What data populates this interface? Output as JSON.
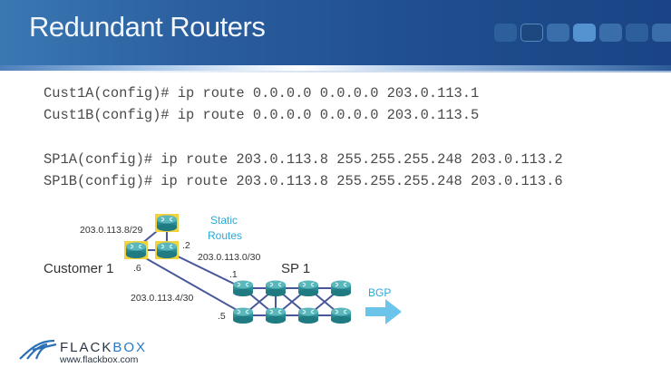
{
  "slide": {
    "title": "Redundant Routers",
    "nav_blocks": 7,
    "active_block": 4
  },
  "commands": [
    "Cust1A(config)# ip route 0.0.0.0 0.0.0.0 203.0.113.1",
    "Cust1B(config)# ip route 0.0.0.0 0.0.0.0 203.0.113.5",
    "SP1A(config)# ip route 203.0.113.8 255.255.255.248 203.0.113.2",
    "SP1B(config)# ip route 203.0.113.8 255.255.255.248 203.0.113.6"
  ],
  "diagram": {
    "customer_label": "Customer 1",
    "sp_label": "SP 1",
    "static_routes_label_1": "Static",
    "static_routes_label_2": "Routes",
    "bgp_label": "BGP",
    "subnet_customer_lan": "203.0.113.8/29",
    "subnet_link_a": "203.0.113.0/30",
    "subnet_link_b": "203.0.113.4/30",
    "addr_cust_a": ".2",
    "addr_cust_b": ".6",
    "addr_sp_a": ".1",
    "addr_sp_b": ".5",
    "colors": {
      "router": "#2a8c94",
      "router_top": "#56b3b8",
      "highlight": "#f2d13b",
      "link": "#47589a",
      "accent": "#29a9d8",
      "arrow": "#6cc4ea"
    }
  },
  "logo": {
    "name_part1": "FLACK",
    "name_part2": "BOX",
    "url": "www.flackbox.com"
  }
}
